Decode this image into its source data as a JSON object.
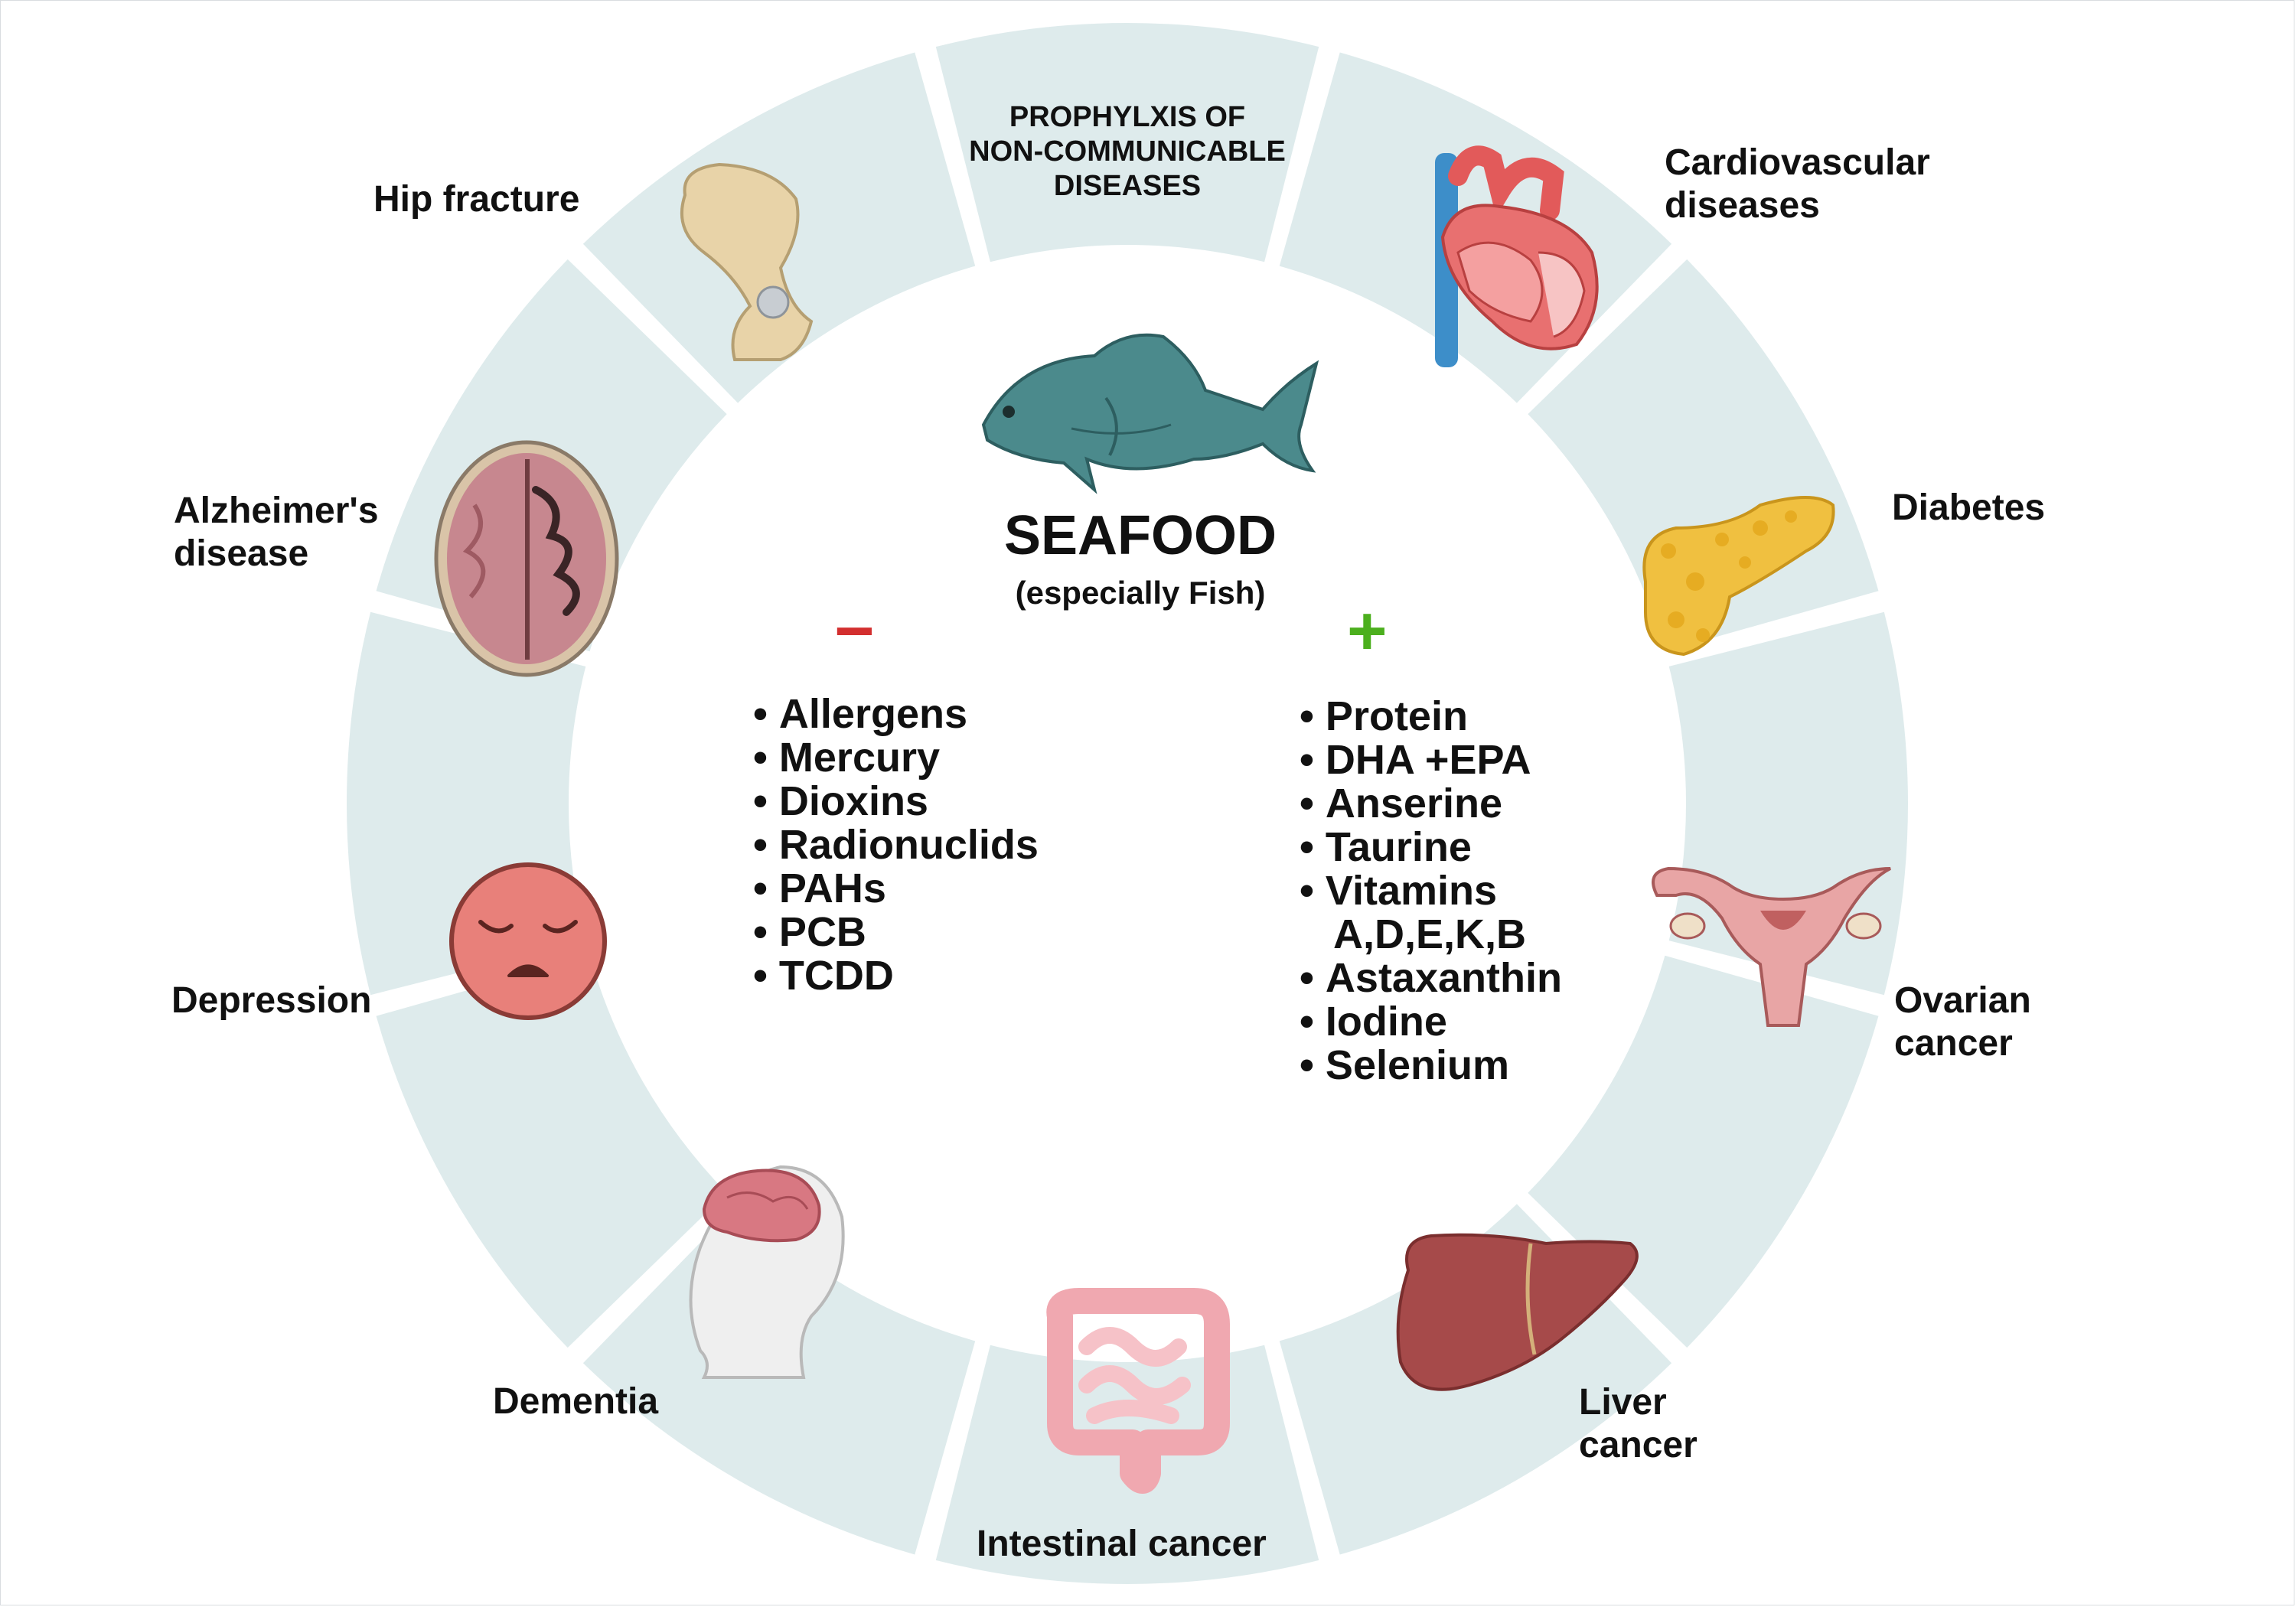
{
  "center": {
    "title": "SEAFOOD",
    "subtitle": "(especially Fish)",
    "minus_symbol": "−",
    "plus_symbol": "+",
    "minus_color": "#d32f2f",
    "plus_color": "#4caf1e"
  },
  "negatives": [
    "Allergens",
    "Mercury",
    "Dioxins",
    "Radionuclids",
    "PAHs",
    "PCB",
    "TCDD"
  ],
  "positives": {
    "items_top": [
      "Protein",
      "DHA +EPA",
      "Anserine",
      "Taurine",
      "Vitamins"
    ],
    "vitamins_continuation": "A,D,E,K,B",
    "items_bottom": [
      "Astaxanthin",
      "Iodine",
      "Selenium"
    ]
  },
  "ring": {
    "segment_color": "#deebec",
    "header_lines": [
      "PROPHYLXIS OF",
      "NON-COMMUNICABLE",
      "DISEASES"
    ]
  },
  "diseases": {
    "cardiovascular": "Cardiovascular diseases",
    "diabetes": "Diabetes",
    "ovarian": "Ovarian cancer",
    "liver": "Liver cancer",
    "intestinal": "Intestinal cancer",
    "dementia": "Dementia",
    "depression": "Depression",
    "alzheimers": "Alzheimer's disease",
    "hip": "Hip fracture"
  },
  "icons": {
    "fish": "fish-icon",
    "heart": "heart-icon",
    "pancreas": "pancreas-icon",
    "uterus": "uterus-ovaries-icon",
    "liver": "liver-icon",
    "intestine": "intestine-icon",
    "head": "head-brain-icon",
    "sad_face": "sad-face-icon",
    "brain_section": "brain-section-icon",
    "pelvis": "pelvis-bone-icon"
  }
}
